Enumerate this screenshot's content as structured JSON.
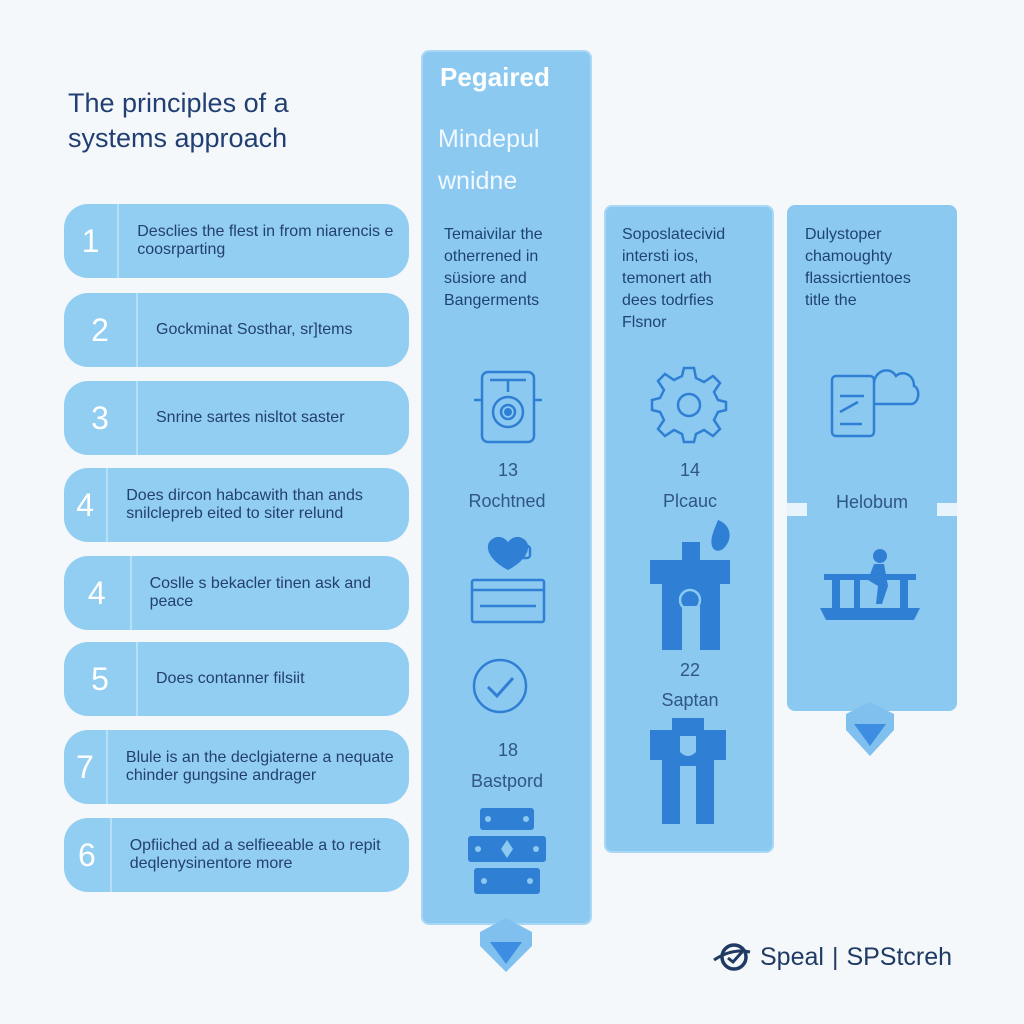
{
  "title_lines": [
    "The principles of a",
    "systems approach"
  ],
  "steps": [
    {
      "num": "1",
      "text": "Desclies the flest in from niarencis e coosrparting"
    },
    {
      "num": "2",
      "text": "Gockminat Sosthar, sr]tems"
    },
    {
      "num": "3",
      "text": "Snrine sartes nisltot saster"
    },
    {
      "num": "4",
      "text": "Does dircon habcawith than ands snilclepreb eited to siter relund"
    },
    {
      "num": "4",
      "text": "Coslle s bekacler tinen ask and peace"
    },
    {
      "num": "5",
      "text": "Does contanner filsiit"
    },
    {
      "num": "7",
      "text": "Blule is an the declgiaterne a nequate chinder gungsine andrager"
    },
    {
      "num": "6",
      "text": "Opfiiched ad a selfieeable a to repit deqlenysinentore more"
    }
  ],
  "main_column": {
    "heading": "Pegaired",
    "sub_lines": [
      "Mindepul",
      "wnidne"
    ],
    "desc_lines": [
      "Temaivilar the",
      "otherrened in",
      "süsiore and",
      "Bangerments"
    ],
    "items": [
      {
        "number": "13",
        "label": "Rochtned",
        "icon": "machine-icon"
      },
      {
        "number": "",
        "label": "",
        "icon": "heart-device-icon"
      },
      {
        "number": "18",
        "label": "Bastpord",
        "icon": "check-circle-icon"
      },
      {
        "number": "",
        "label": "",
        "icon": "server-rack-icon"
      }
    ]
  },
  "mid_column": {
    "desc_lines": [
      "Soposlatecivid",
      "intersti ios,",
      "temonert ath",
      "dees todrfies",
      "Flsnor"
    ],
    "items": [
      {
        "number": "14",
        "label": "Plcauc",
        "icon": "gear-icon"
      },
      {
        "number": "22",
        "label": "Saptan",
        "icon": "factory-icon"
      }
    ]
  },
  "right_column": {
    "desc_lines": [
      "Dulystoper",
      "chamoughty",
      "flassicrtientoes",
      "title the"
    ],
    "items": [
      {
        "label": "Helobum",
        "icon": "document-cloud-icon"
      },
      {
        "label": "",
        "icon": "bridge-figure-icon"
      }
    ]
  },
  "brand": {
    "name": "Speal",
    "tagline": "SPStcreh",
    "icon": "orbit-logo-icon"
  },
  "colors": {
    "column": "#8cc9f1",
    "accent": "#2f7fd4",
    "title": "#213f72"
  }
}
